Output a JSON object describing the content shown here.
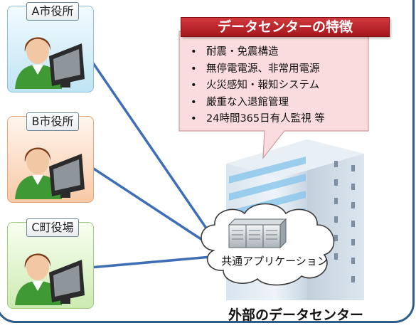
{
  "offices": [
    {
      "label": "A市役所"
    },
    {
      "label": "B市役所"
    },
    {
      "label": "C町役場"
    }
  ],
  "callout": {
    "title": "データセンターの特徴",
    "items": [
      "耐震・免震構造",
      "無停電電源、非常用電源",
      "火災感知・報知システム",
      "厳重な入退館管理",
      "24時間365日有人監視 等"
    ]
  },
  "cloud": {
    "label": "共通アプリケーション"
  },
  "datacenter": {
    "caption": "外部のデータセンター"
  },
  "colors": {
    "connection_line": "#3e6eb5",
    "callout_title_bg": "#c0282d",
    "callout_body_bg": "#fbdcde",
    "frame": "#2f5d8a"
  },
  "icons": [
    "user-at-computer-icon",
    "server-rack-icon",
    "building-icon",
    "cloud-shape"
  ]
}
